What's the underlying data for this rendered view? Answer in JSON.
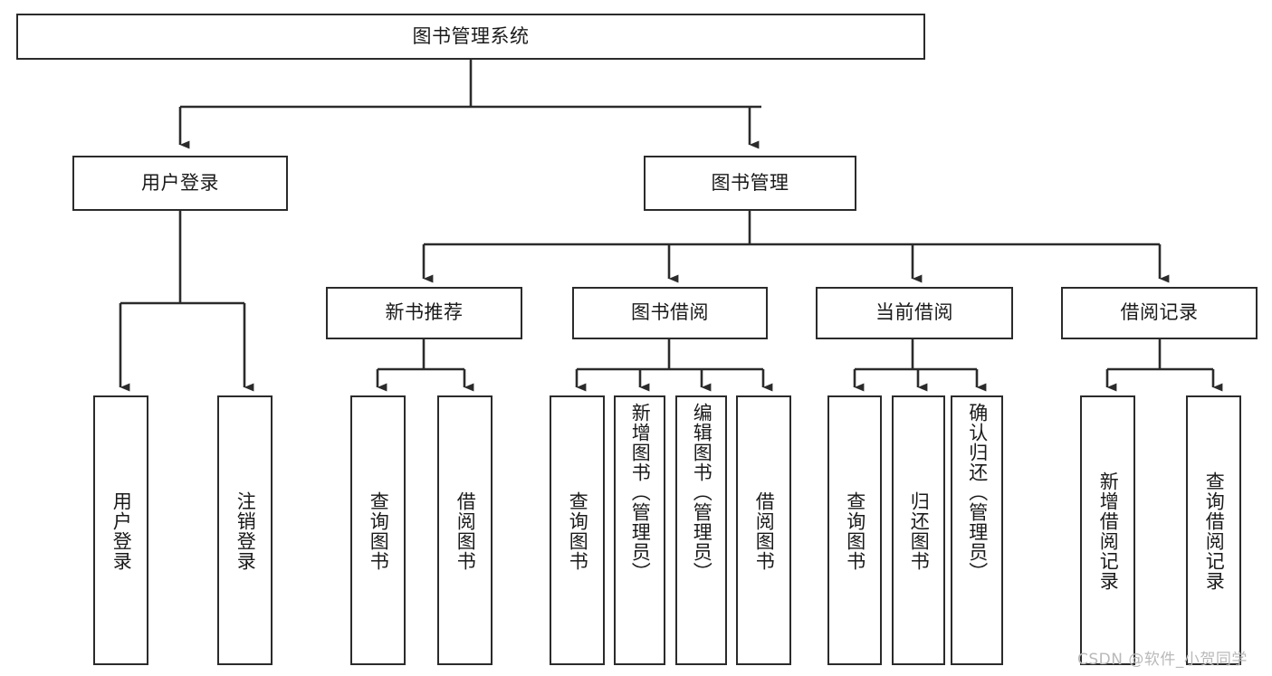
{
  "diagram": {
    "type": "hierarchy-tree",
    "title_node": {
      "id": "root",
      "label": "图书管理系统"
    },
    "level2": [
      {
        "id": "user-login",
        "label": "用户登录"
      },
      {
        "id": "book-management",
        "label": "图书管理"
      }
    ],
    "level3": [
      {
        "id": "new-book-recommend",
        "label": "新书推荐"
      },
      {
        "id": "book-borrow",
        "label": "图书借阅"
      },
      {
        "id": "current-borrow",
        "label": "当前借阅"
      },
      {
        "id": "borrow-record",
        "label": "借阅记录"
      }
    ],
    "leaves": {
      "user_login": [
        {
          "id": "leaf-user-login",
          "label": "用户登录"
        },
        {
          "id": "leaf-logout-login",
          "label": "注销登录"
        }
      ],
      "new_book_recommend": [
        {
          "id": "leaf-query-book-1",
          "label": "查询图书"
        },
        {
          "id": "leaf-borrow-book-1",
          "label": "借阅图书"
        }
      ],
      "book_borrow": [
        {
          "id": "leaf-query-book-2",
          "label": "查询图书"
        },
        {
          "id": "leaf-add-book",
          "label": "新增图书（管理员）"
        },
        {
          "id": "leaf-edit-book",
          "label": "编辑图书（管理员）"
        },
        {
          "id": "leaf-borrow-book-2",
          "label": "借阅图书"
        }
      ],
      "current_borrow": [
        {
          "id": "leaf-query-book-3",
          "label": "查询图书"
        },
        {
          "id": "leaf-return-book",
          "label": "归还图书"
        },
        {
          "id": "leaf-confirm-return",
          "label": "确认归还（管理员）"
        }
      ],
      "borrow_record": [
        {
          "id": "leaf-add-record",
          "label": "新增借阅记录"
        },
        {
          "id": "leaf-query-record",
          "label": "查询借阅记录"
        }
      ]
    },
    "colors": {
      "stroke": "#2b2b2b",
      "fill": "#ffffff",
      "text": "#1a1a1a",
      "watermark": "#b9b9b9"
    }
  },
  "watermark": {
    "text": "CSDN @软件_小贺同学"
  }
}
